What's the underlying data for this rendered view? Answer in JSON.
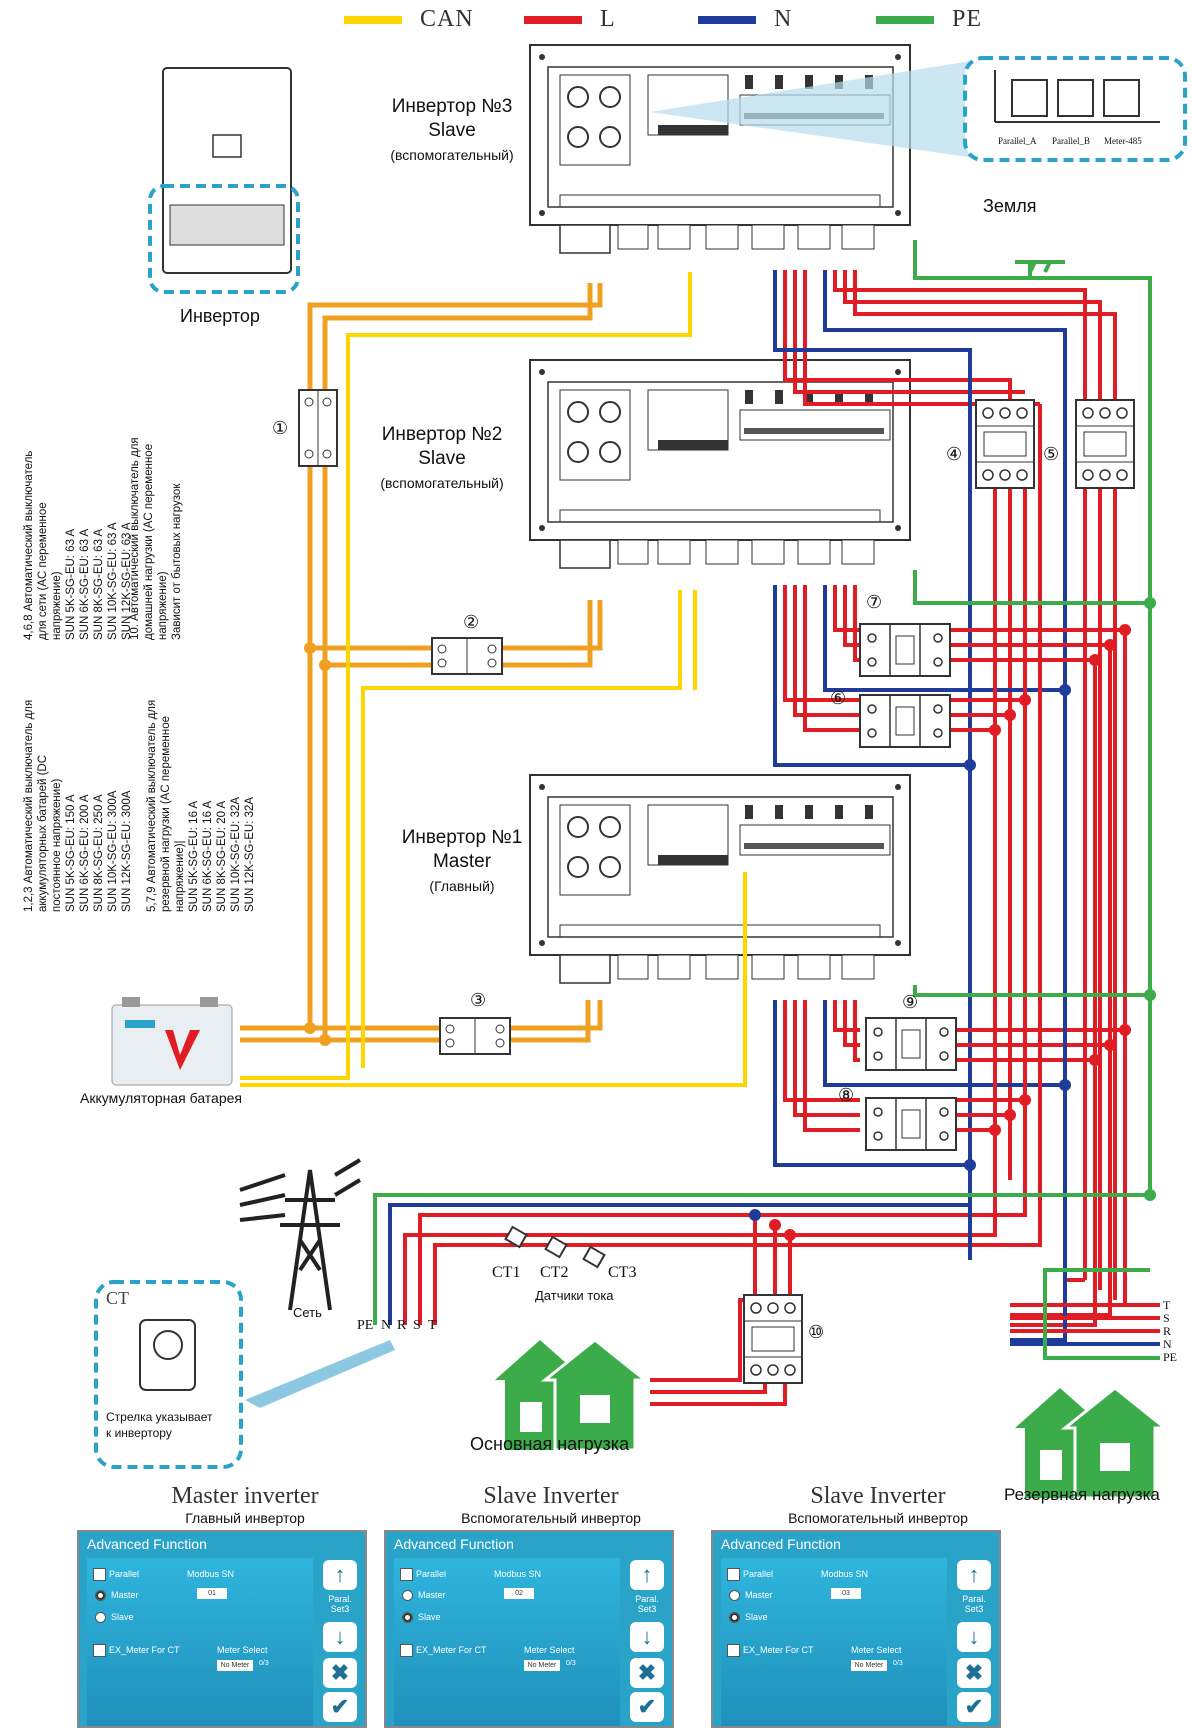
{
  "legend": [
    {
      "label": "CAN",
      "color": "#ffd500"
    },
    {
      "label": "L",
      "color": "#e01c24"
    },
    {
      "label": "N",
      "color": "#1f3c9a"
    },
    {
      "label": "PE",
      "color": "#3cab4a"
    }
  ],
  "colors": {
    "battery_wire": "#f0a020",
    "can": "#ffd500",
    "l": "#e01c24",
    "n": "#1f3c9a",
    "pe": "#3cab4a",
    "accent_blue": "#2aa3c9"
  },
  "inverters": [
    {
      "title": "Инвертор №3",
      "role": "Slave",
      "role_ru": "(вспомогательный)"
    },
    {
      "title": "Инвертор №2",
      "role": "Slave",
      "role_ru": "(вспомогательный)"
    },
    {
      "title": "Инвертор №1",
      "role": "Master",
      "role_ru": "(Главный)"
    }
  ],
  "ports": [
    "Parallel_A",
    "Parallel_B",
    "Meter-485"
  ],
  "labels": {
    "ground": "Земля",
    "inverter": "Инвертор",
    "battery": "Аккумуляторная батарея",
    "grid": "Сеть",
    "current_sensors": "Датчики тока",
    "main_load": "Основная нагрузка",
    "backup_load": "Резервная нагрузка",
    "ct": "CT",
    "ct_note_1": "Стрелка указывает",
    "ct_note_2": "к инвертору"
  },
  "grid_lines": [
    "PE",
    "N",
    "R",
    "S",
    "T"
  ],
  "backup_lines": [
    "T",
    "S",
    "R",
    "N",
    "PE"
  ],
  "ct_labels": [
    "CT1",
    "CT2",
    "CT3"
  ],
  "breaker_numbers": [
    "①",
    "②",
    "③",
    "④",
    "⑤",
    "⑥",
    "⑦",
    "⑧",
    "⑨",
    "⑩"
  ],
  "notes": {
    "note_a": "1,2,3 Автоматический выключатель для\nаккумуляторных батарей (DC\nпостоянное напряжение)\nSUN 5K-SG-EU: 150 A\nSUN 6K-SG-EU: 200 A\nSUN 8K-SG-EU: 250 A\nSUN 10K-SG-EU: 300A\nSUN 12K-SG-EU: 300A",
    "note_b": "5,7,9 Автоматический выключатель для\nрезервной нагрузки (AC переменное\nнапряжение)|\nSUN 5K-SG-EU: 16 A\nSUN 6K-SG-EU: 16 A\nSUN 8K-SG-EU: 20 A\nSUN 10K-SG-EU: 32A\nSUN 12K-SG-EU: 32A",
    "note_c": "4,6,8 Автоматический выключатель\nдля сети (AC переменное\nнапряжение)\nSUN 5K-SG-EU: 63 A\nSUN 6K-SG-EU: 63 A\nSUN 8K-SG-EU: 63 A\nSUN 10K-SG-EU: 63 A\nSUN 12K-SG-EU: 63 A",
    "note_d": "10. Автоматический выключатель для\nдомашней нагрузки (AC переменное\nнапряжение)\nЗависит от бытовых нагрузок"
  },
  "panels": [
    {
      "title_en": "Master inverter",
      "title_ru": "Главный инвертор",
      "header": "Advanced Function",
      "parallel": "Parallel",
      "modbus_label": "Modbus SN",
      "modbus_value": "01",
      "master": "Master",
      "slave": "Slave",
      "selected": "master",
      "ex_meter": "EX_Meter For CT",
      "meter_select": "Meter Select",
      "meter_value": "No Meter",
      "meter_count": "0/3",
      "side_label": "Paral. Set3"
    },
    {
      "title_en": "Slave Inverter",
      "title_ru": "Вспомогательный инвертор",
      "header": "Advanced Function",
      "parallel": "Parallel",
      "modbus_label": "Modbus SN",
      "modbus_value": "02",
      "master": "Master",
      "slave": "Slave",
      "selected": "slave",
      "ex_meter": "EX_Meter For CT",
      "meter_select": "Meter Select",
      "meter_value": "No Meter",
      "meter_count": "0/3",
      "side_label": "Paral. Set3"
    },
    {
      "title_en": "Slave Inverter",
      "title_ru": "Вспомогательный инвертор",
      "header": "Advanced Function",
      "parallel": "Parallel",
      "modbus_label": "Modbus SN",
      "modbus_value": "03",
      "master": "Master",
      "slave": "Slave",
      "selected": "slave",
      "ex_meter": "EX_Meter For CT",
      "meter_select": "Meter Select",
      "meter_value": "No Meter",
      "meter_count": "0/3",
      "side_label": "Paral. Set3"
    }
  ]
}
